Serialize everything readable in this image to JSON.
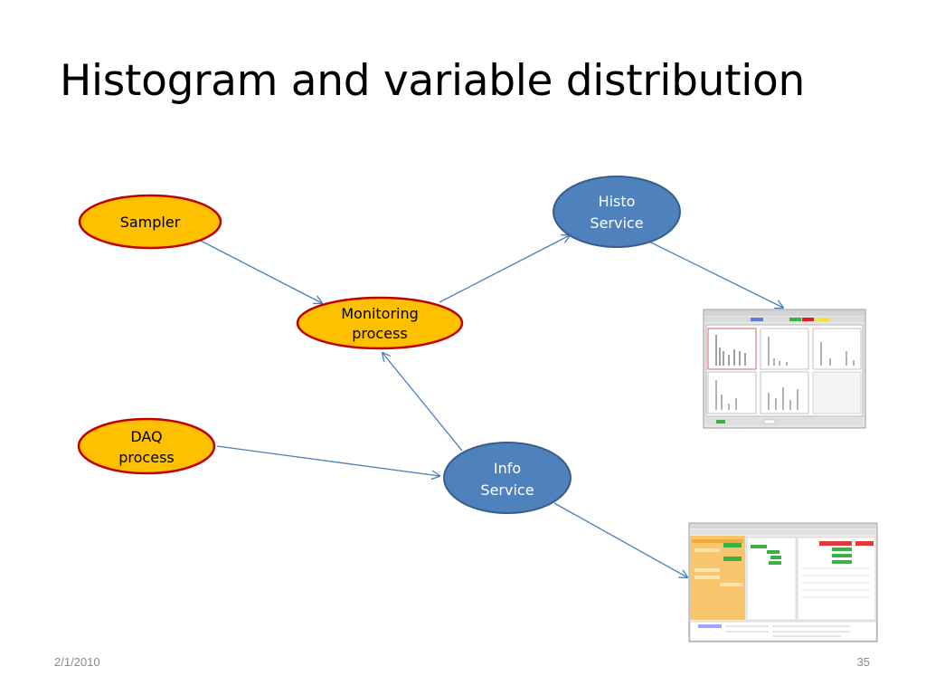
{
  "slide": {
    "title": "Histogram and variable distribution",
    "date": "2/1/2010",
    "page_number": "35"
  },
  "nodes": {
    "sampler": {
      "lines": [
        "Sampler"
      ]
    },
    "monitoring": {
      "lines": [
        "Monitoring",
        "process"
      ]
    },
    "daq": {
      "lines": [
        "DAQ",
        "process"
      ]
    },
    "histo": {
      "lines": [
        "Histo",
        "Service"
      ]
    },
    "info": {
      "lines": [
        "Info",
        "Service"
      ]
    }
  },
  "colors": {
    "process_fill": "#FFC000",
    "process_stroke": "#C00000",
    "service_fill": "#4F81BD",
    "service_stroke": "#385D8A",
    "arrow": "#4A7EBB"
  }
}
